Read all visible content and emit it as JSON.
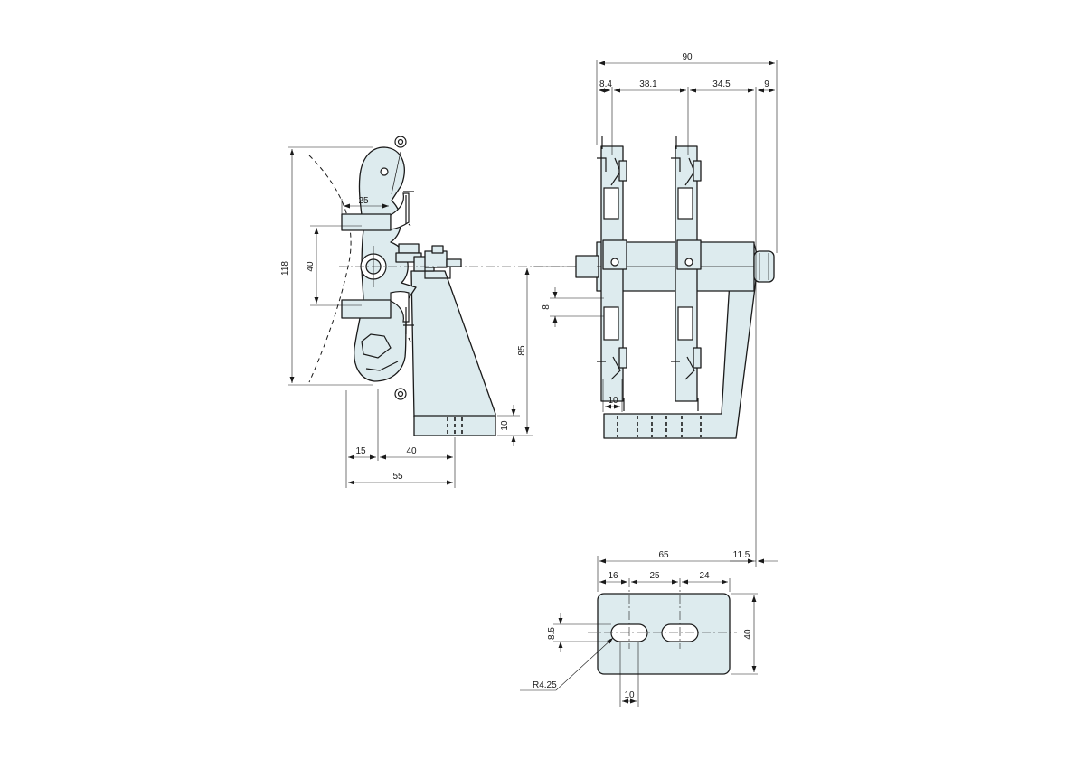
{
  "dimensions": {
    "left_view": {
      "height_total": "118",
      "clamp_width": "25",
      "clamp_spacing": "40",
      "axis_height": "85",
      "base_thickness": "10",
      "offset": "15",
      "base_length": "40",
      "overall_depth": "55"
    },
    "front_view": {
      "overall_width": "90",
      "margin_left": "8.4",
      "pitch": "38.1",
      "to_bracket": "34.5",
      "nut_offset": "9",
      "arm_gap": "8",
      "arm_width": "10"
    },
    "base_plate": {
      "plate_width": "65",
      "plate_offset": "11.5",
      "hole_offset": "16",
      "hole_pitch": "25",
      "edge_distance": "24",
      "plate_height": "40",
      "slot_width": "8.5",
      "slot_radius": "R4.25",
      "slot_length": "10"
    }
  }
}
